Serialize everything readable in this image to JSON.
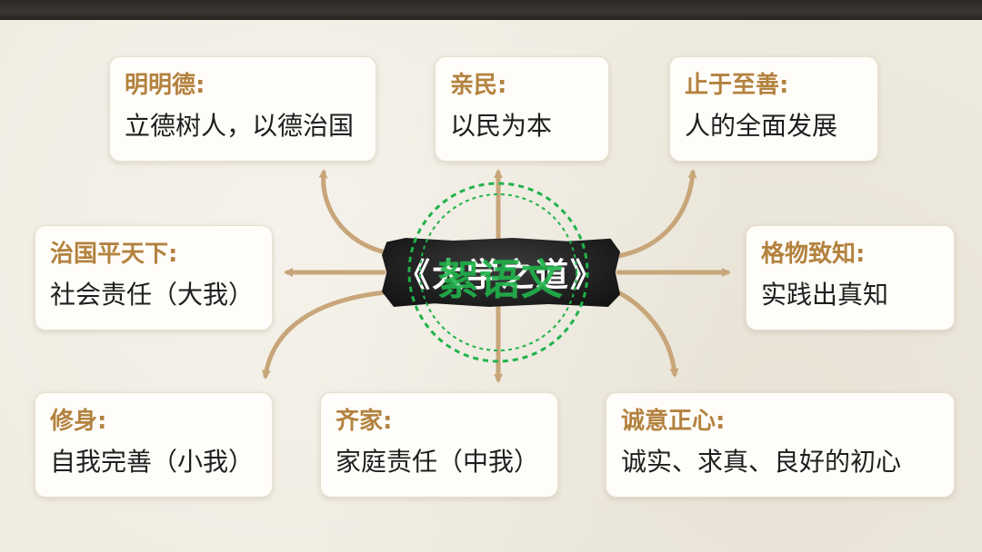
{
  "center": {
    "title": "《大学之道》",
    "stamp": "絮语文"
  },
  "nodes": {
    "mingmingde": {
      "title": "明明德:",
      "text": "立德树人，以德治国"
    },
    "qinmin": {
      "title": "亲民:",
      "text": "以民为本"
    },
    "zhiyu": {
      "title": "止于至善:",
      "text": "人的全面发展"
    },
    "zhiguo": {
      "title": "治国平天下:",
      "text": "社会责任（大我）"
    },
    "gewu": {
      "title": "格物致知:",
      "text": "实践出真知"
    },
    "xiushen": {
      "title": "修身:",
      "text": "自我完善（小我）"
    },
    "qijia": {
      "title": "齐家:",
      "text": "家庭责任（中我）"
    },
    "chengyi": {
      "title": "诚意正心:",
      "text": "诚实、求真、良好的初心"
    }
  },
  "colors": {
    "accent": "#b3823f",
    "arrow": "#c8a67a",
    "stamp": "#20b34a",
    "badge": "#1c1c1c"
  }
}
